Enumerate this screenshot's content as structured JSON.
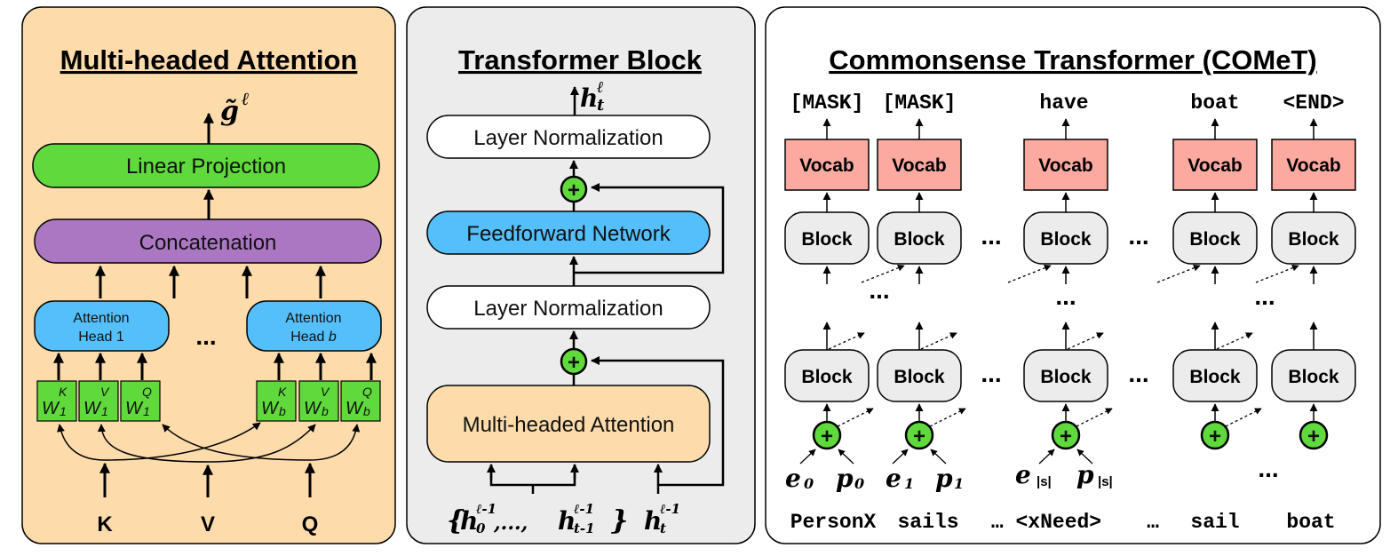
{
  "panels": {
    "mha": {
      "title": "Multi-headed Attention",
      "output_symbol": "g̃",
      "output_sup": "ℓ",
      "linear_projection": "Linear Projection",
      "concatenation": "Concatenation",
      "head_first": {
        "line1": "Attention",
        "line2": "Head 1"
      },
      "head_last": {
        "line1": "Attention",
        "line2_prefix": "Head ",
        "line2_var": "b"
      },
      "ellipsis": "...",
      "weights_first": [
        {
          "base": "W",
          "sub": "1",
          "sup": "K"
        },
        {
          "base": "W",
          "sub": "1",
          "sup": "V"
        },
        {
          "base": "W",
          "sub": "1",
          "sup": "Q"
        }
      ],
      "weights_last": [
        {
          "base": "W",
          "sub": "b",
          "sup": "K"
        },
        {
          "base": "W",
          "sub": "b",
          "sup": "V"
        },
        {
          "base": "W",
          "sub": "b",
          "sup": "Q"
        }
      ],
      "inputs": [
        "K",
        "V",
        "Q"
      ]
    },
    "transformer_block": {
      "title": "Transformer Block",
      "output_base": "h",
      "output_sub": "t",
      "output_sup": "ℓ",
      "layer_norm_top": "Layer Normalization",
      "feedforward": "Feedforward Network",
      "layer_norm_bottom": "Layer Normalization",
      "attention": "Multi-headed Attention",
      "plus_symbol": "+",
      "input_set": {
        "open": "{",
        "first_base": "h",
        "first_sub": "0",
        "first_sup": "ℓ-1",
        "sep": ",...,",
        "last_base": "h",
        "last_sub": "t-1",
        "last_sup": "ℓ-1",
        "close": "}"
      },
      "input_current": {
        "base": "h",
        "sub": "t",
        "sup": "ℓ-1"
      }
    },
    "comet": {
      "title": "Commonsense Transformer (COMeT)",
      "output_tokens": [
        "[MASK]",
        "[MASK]",
        "have",
        "boat",
        "<END>"
      ],
      "vocab_label": "Vocab",
      "block_label": "Block",
      "ellipsis": "...",
      "embeddings": [
        {
          "e": "e",
          "e_sub": "0",
          "p": "p",
          "p_sub": "0"
        },
        {
          "e": "e",
          "e_sub": "1",
          "p": "p",
          "p_sub": "1"
        },
        {
          "e": "e",
          "e_sub": "|s|",
          "p": "p",
          "p_sub": "|s|"
        }
      ],
      "input_tokens": [
        "PersonX",
        "sails",
        "… <xNeed>",
        "…",
        "sail",
        "boat"
      ]
    }
  },
  "colors": {
    "mha_bg": "#fedbab",
    "tb_bg": "#ececec",
    "comet_bg": "#ffffff",
    "green": "#5fd93b",
    "purple": "#ab77c2",
    "blue": "#55bffb",
    "vocab": "#fcaaa0",
    "block": "#ececec",
    "attention_box": "#fedbab"
  }
}
